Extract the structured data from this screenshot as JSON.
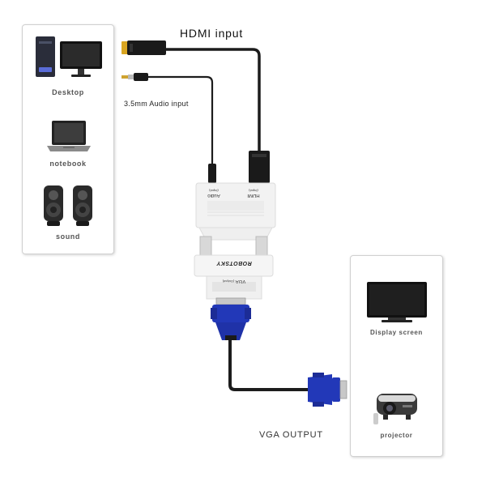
{
  "labels": {
    "hdmi_input": "HDMI input",
    "audio_input": "3.5mm Audio input",
    "vga_output": "VGA OUTPUT"
  },
  "source_devices": [
    {
      "label": "Desktop",
      "icon": "desktop-computer-icon"
    },
    {
      "label": "notebook",
      "icon": "laptop-icon"
    },
    {
      "label": "sound",
      "icon": "speakers-icon"
    }
  ],
  "output_devices": [
    {
      "label": "Display screen",
      "icon": "tv-monitor-icon"
    },
    {
      "label": "projector",
      "icon": "projector-icon"
    }
  ],
  "adapter": {
    "port_audio": "Audio",
    "port_hdmi": "HDMI",
    "port_sub": "(Input)",
    "brand": "ROBOTSKY",
    "vga_port": "VGA",
    "vga_sub": "(Output)"
  },
  "colors": {
    "cable": "#1c1c1c",
    "vga_blue": "#2238b8",
    "gold_tip": "#d9a521"
  }
}
